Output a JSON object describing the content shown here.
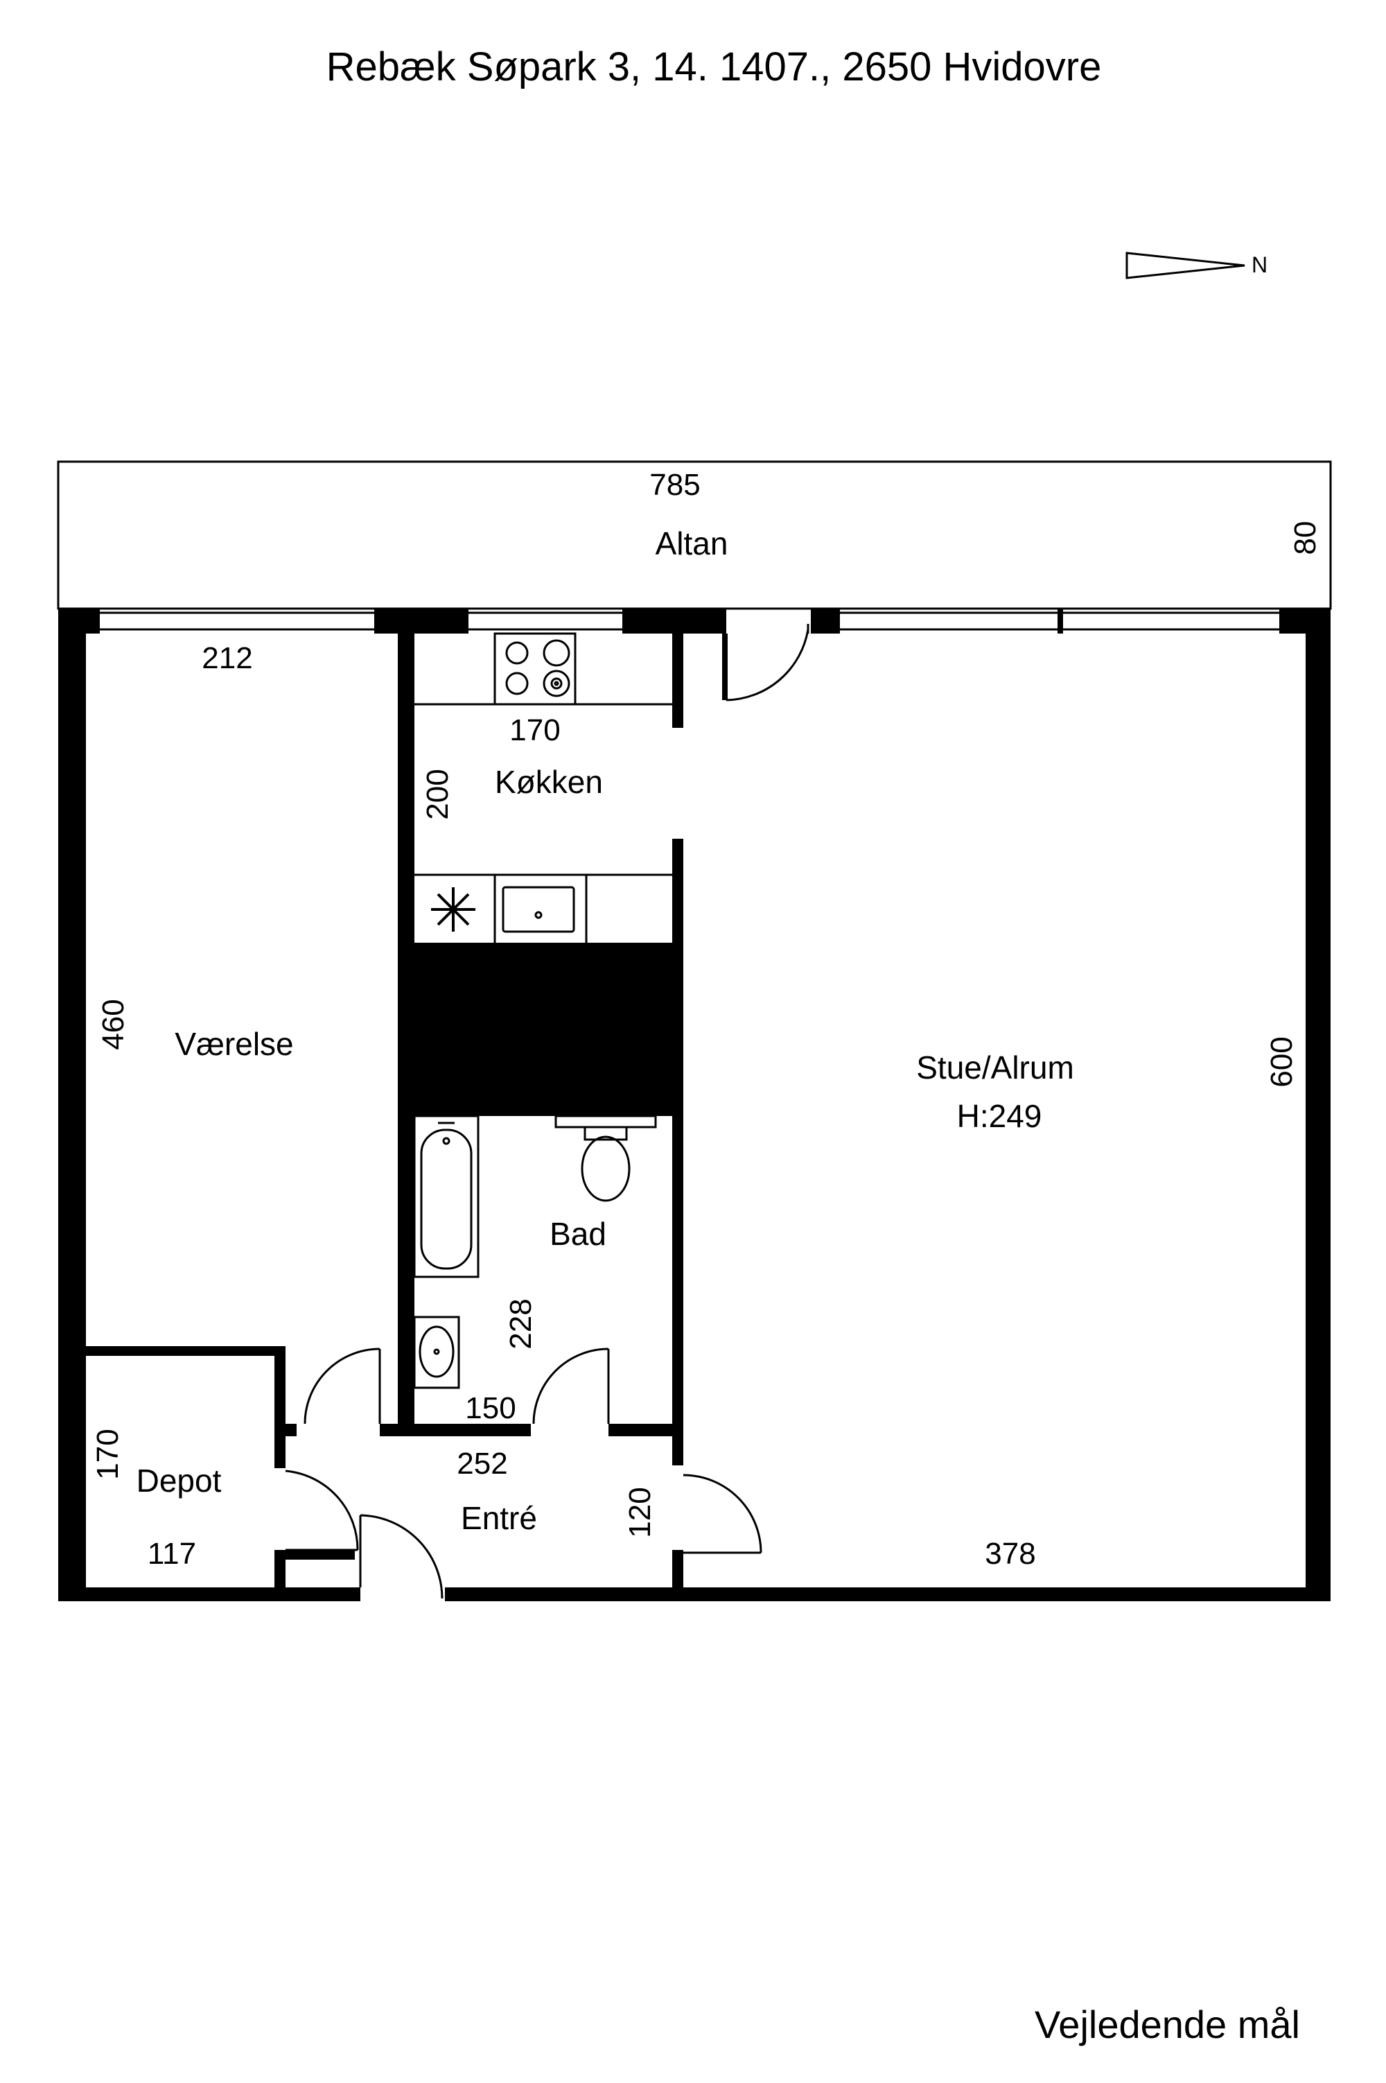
{
  "title": "Rebæk Søpark 3, 14. 1407., 2650 Hvidovre",
  "north_label": "N",
  "footer": "Vejledende mål",
  "rooms": {
    "altan": "Altan",
    "koekken": "Køkken",
    "vaerelse": "Værelse",
    "stue": "Stue/Alrum",
    "stue_height": "H:249",
    "bad": "Bad",
    "depot": "Depot",
    "entre": "Entré"
  },
  "dimensions": {
    "altan_width": "785",
    "altan_depth": "80",
    "vaerelse_width": "212",
    "vaerelse_length": "460",
    "koekken_width": "170",
    "koekken_length": "200",
    "stue_length": "600",
    "stue_width": "378",
    "bad_length": "228",
    "bad_width": "150",
    "entre_width": "252",
    "entre_depth": "120",
    "depot_length": "170",
    "depot_width": "117"
  }
}
